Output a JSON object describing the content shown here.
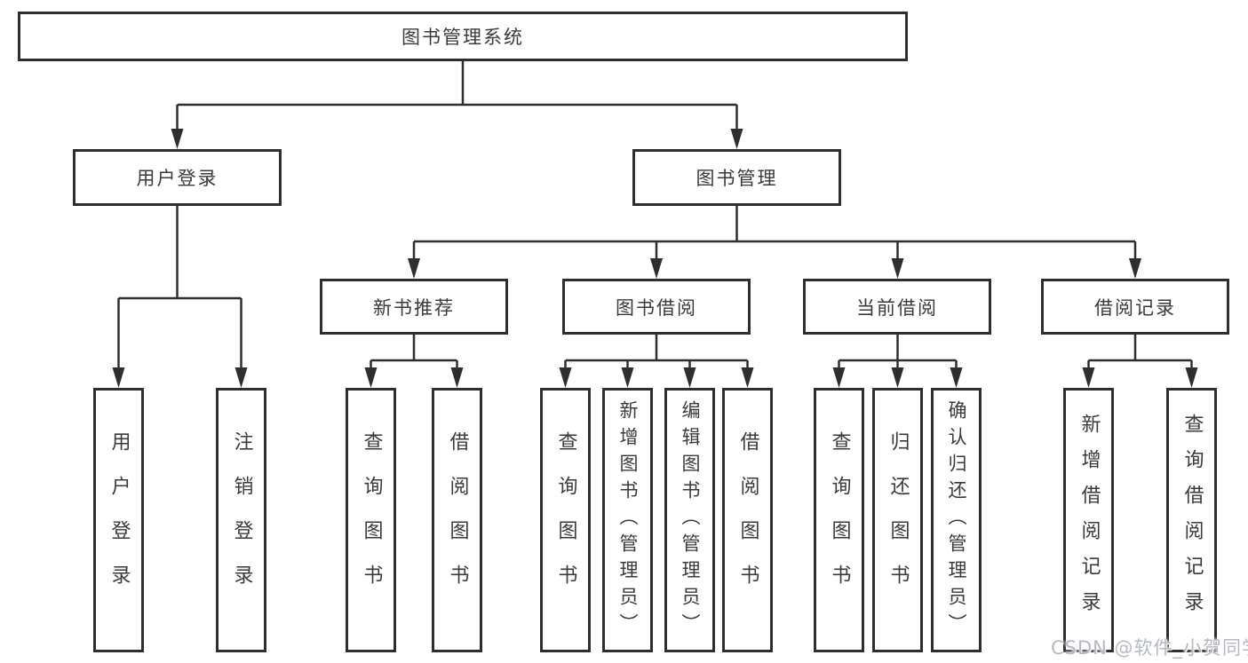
{
  "tree": {
    "label": "图书管理系统",
    "children": [
      {
        "label": "用户登录",
        "children": [
          {
            "label": "用户登录"
          },
          {
            "label": "注销登录"
          }
        ]
      },
      {
        "label": "图书管理",
        "children": [
          {
            "label": "新书推荐",
            "children": [
              {
                "label": "查询图书"
              },
              {
                "label": "借阅图书"
              }
            ]
          },
          {
            "label": "图书借阅",
            "children": [
              {
                "label": "查询图书"
              },
              {
                "label": "新增图书（管理员）"
              },
              {
                "label": "编辑图书（管理员）"
              },
              {
                "label": "借阅图书"
              }
            ]
          },
          {
            "label": "当前借阅",
            "children": [
              {
                "label": "查询图书"
              },
              {
                "label": "归还图书"
              },
              {
                "label": "确认归还（管理员）"
              }
            ]
          },
          {
            "label": "借阅记录",
            "children": [
              {
                "label": "新增借阅记录"
              },
              {
                "label": "查询借阅记录"
              }
            ]
          }
        ]
      }
    ]
  },
  "watermark": {
    "text": "CSDN @软件_小贺同学"
  },
  "colors": {
    "line": "#2e2e2e",
    "box_border": "#2e2e2e",
    "text": "#3a3a3a",
    "background": "#ffffff",
    "watermark": "#b5b9bf"
  }
}
